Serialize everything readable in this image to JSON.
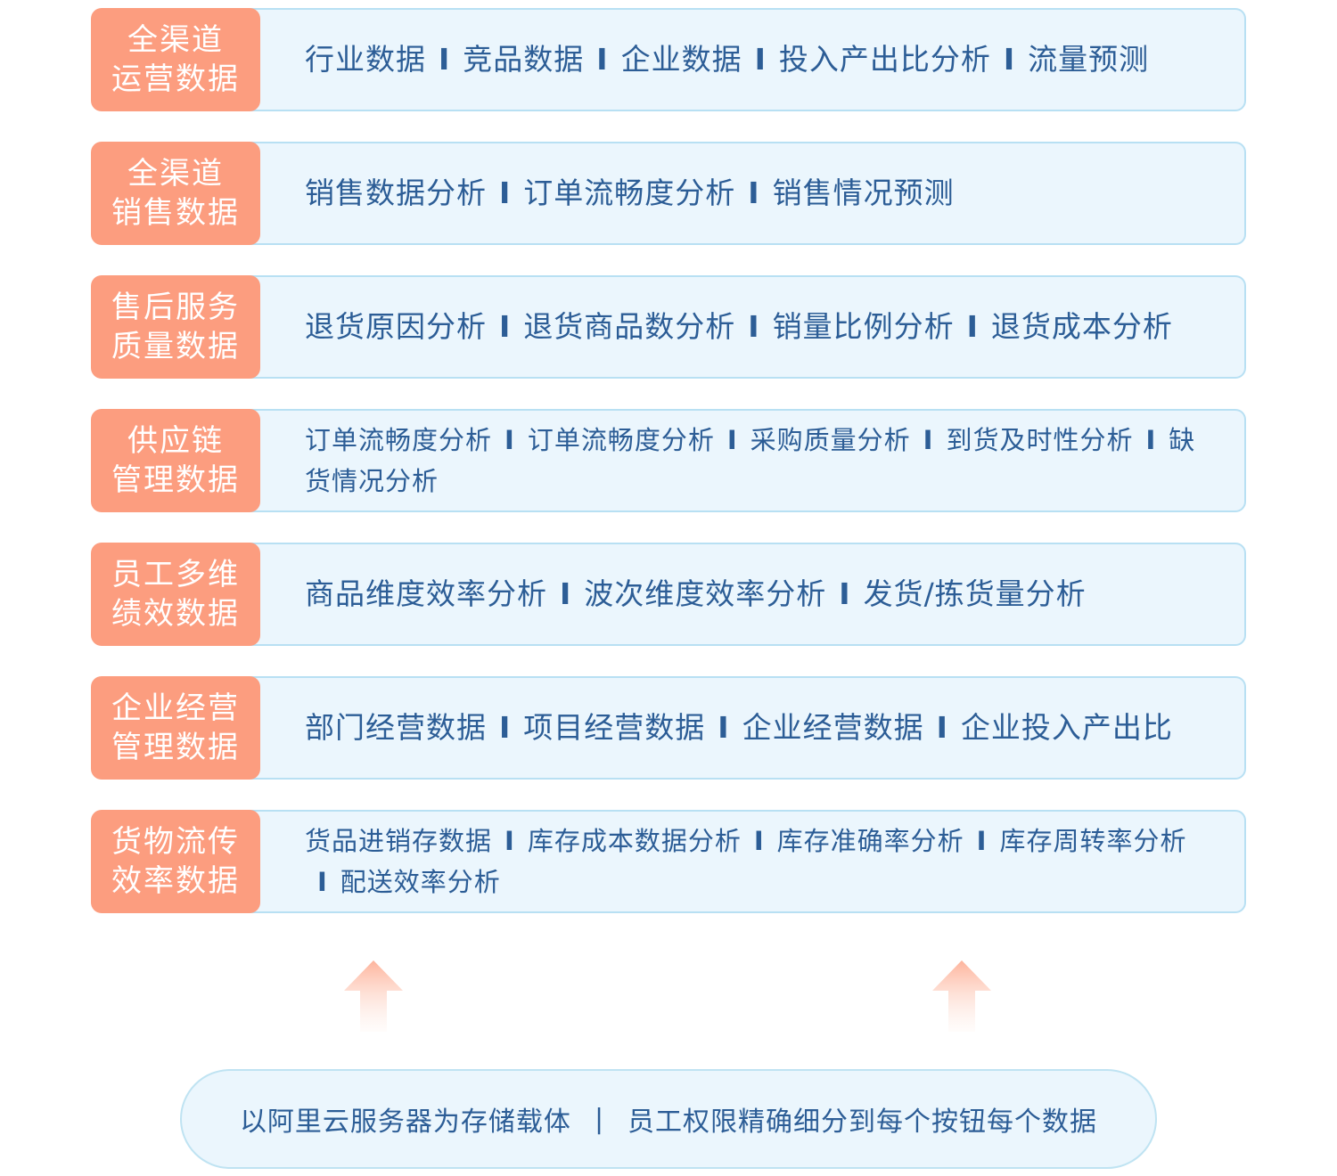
{
  "rows": [
    {
      "label": [
        "全渠道",
        "运营数据"
      ],
      "items": [
        "行业数据",
        "竞品数据",
        "企业数据",
        "投入产出比分析",
        "流量预测"
      ]
    },
    {
      "label": [
        "全渠道",
        "销售数据"
      ],
      "items": [
        "销售数据分析",
        "订单流畅度分析",
        "销售情况预测"
      ]
    },
    {
      "label": [
        "售后服务",
        "质量数据"
      ],
      "items": [
        "退货原因分析",
        "退货商品数分析",
        "销量比例分析",
        "退货成本分析"
      ]
    },
    {
      "label": [
        "供应链",
        "管理数据"
      ],
      "items": [
        "订单流畅度分析",
        "订单流畅度分析",
        "采购质量分析",
        "到货及时性分析",
        "缺货情况分析"
      ],
      "small": true
    },
    {
      "label": [
        "员工多维",
        "绩效数据"
      ],
      "items": [
        "商品维度效率分析",
        "波次维度效率分析",
        "发货/拣货量分析"
      ]
    },
    {
      "label": [
        "企业经营",
        "管理数据"
      ],
      "items": [
        "部门经营数据",
        "项目经营数据",
        "企业经营数据",
        "企业投入产出比"
      ]
    },
    {
      "label": [
        "货物流传",
        "效率数据"
      ],
      "items": [
        "货品进销存数据",
        "库存成本数据分析",
        "库存准确率分析",
        "库存周转率分析",
        "配送效率分析"
      ],
      "small": true
    }
  ],
  "separator": "I",
  "footer": {
    "left": "以阿里云服务器为存储载体",
    "separator": "|",
    "right": "员工权限精确细分到每个按钮每个数据"
  },
  "colors": {
    "label_bg": "#fc9d7f",
    "row_bg": "#ebf6fd",
    "row_border": "#b8e0f3",
    "text": "#2c5d96",
    "arrow": "#fdb9a2"
  },
  "icons": [
    "up-arrow-icon",
    "up-arrow-icon"
  ]
}
